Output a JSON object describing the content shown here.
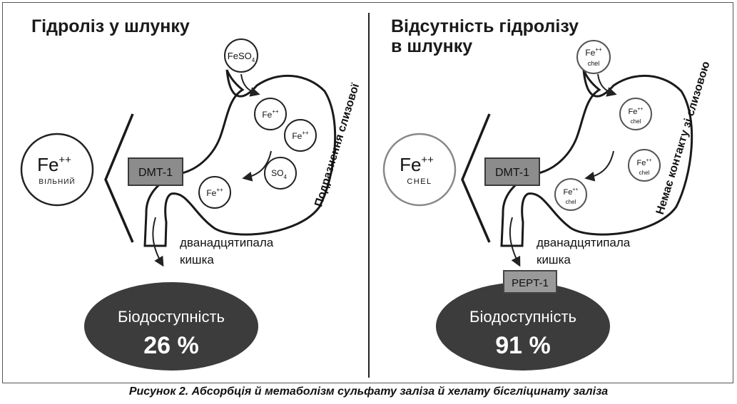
{
  "left": {
    "title": "Гідроліз у шлунку",
    "compound": {
      "main": "FeSO",
      "sub": "4"
    },
    "free_iron": {
      "main": "Fe",
      "sup": "++",
      "label": "ВІЛЬНИЙ"
    },
    "particles": [
      {
        "main": "Fe",
        "sup": "++"
      },
      {
        "main": "Fe",
        "sup": "++"
      },
      {
        "main": "SO",
        "sub": "4"
      },
      {
        "main": "Fe",
        "sup": "++"
      }
    ],
    "transporter": "DMT-1",
    "duodenum": [
      "дванадцятипала",
      "кишка"
    ],
    "side_label": "Подразнення слизової",
    "bioavailability": {
      "label": "Біодоступність",
      "value": "26 %"
    }
  },
  "right": {
    "title": [
      "Відсутність гідролізу",
      "в шлунку"
    ],
    "compound": {
      "main": "Fe",
      "sup": "++",
      "sub": "chel"
    },
    "chelate_iron": {
      "main": "Fe",
      "sup": "++",
      "label": "CHEL"
    },
    "particles": [
      {
        "main": "Fe",
        "sup": "++",
        "sub": "chel"
      },
      {
        "main": "Fe",
        "sup": "++",
        "sub": "chel"
      },
      {
        "main": "Fe",
        "sup": "++",
        "sub": "chel"
      }
    ],
    "transporter": "DMT-1",
    "transporter2": "PEPT-1",
    "duodenum": [
      "дванадцятипала",
      "кишка"
    ],
    "side_label": "Немає контакту зі слизовою",
    "bioavailability": {
      "label": "Біодоступність",
      "value": "91 %"
    }
  },
  "caption": "Рисунок 2. Абсорбція й метаболізм сульфату заліза й хелату бісгліцинату заліза"
}
